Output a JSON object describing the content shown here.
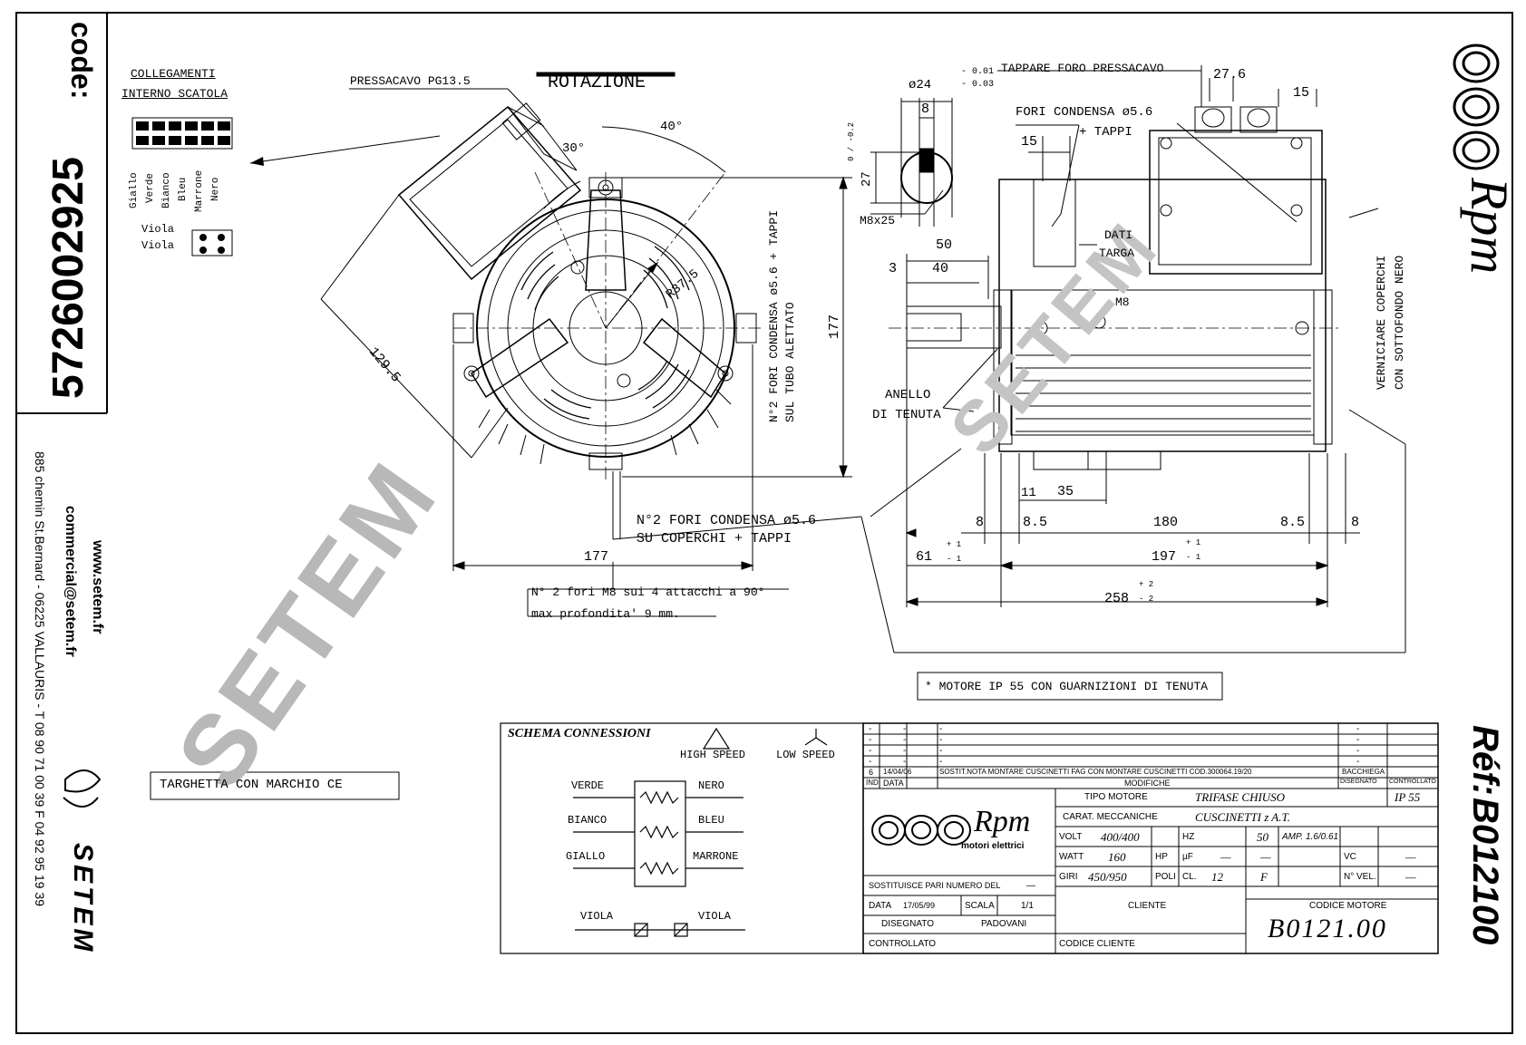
{
  "side": {
    "code_label": "code:",
    "code_value": "5726002925",
    "website": "www.setem.fr",
    "email": "commercial@setem.fr",
    "address": "885 chemin St.Bernard - 06225 VALLAURIS - T 08 90 71 00 39  F 04 92 95 19 39",
    "company": "SETEM",
    "watermark": "SETEM"
  },
  "top_view": {
    "collegamenti_1": "COLLEGAMENTI",
    "collegamenti_2": "INTERNO SCATOLA",
    "pressacavo": "PRESSACAVO PG13.5",
    "rotazione": "ROTAZIONE",
    "wires": [
      "Giallo",
      "Verde",
      "Bianco",
      "Bleu",
      "Marrone",
      "Nero"
    ],
    "viola_1": "Viola",
    "viola_2": "Viola",
    "angle_30": "30°",
    "angle_40": "40°",
    "radius": "R37.5",
    "dim_129_5": "129.5",
    "dim_177_v": "177",
    "dim_177_h": "177",
    "fori_vert_1": "N°2 FORI CONDENSA ø5.6 + TAPPI",
    "fori_vert_2": "SUL TUBO ALETTATO",
    "fori_coperchi_1": "N°2 FORI CONDENSA ø5.6",
    "fori_coperchi_2": "SU   COPERCHI   + TAPPI",
    "attacchi_1": "N° 2 fori M8 sui 4 attacchi a 90°",
    "attacchi_2": "max profondita' 9 mm."
  },
  "side_view": {
    "tappare": "TAPPARE FORO PRESSACAVO",
    "dim_27_6": "27.6",
    "dim_15_top": "15",
    "fori_condensa": "FORI CONDENSA ø5.6",
    "tappi": "+ TAPPI",
    "dim_15": "15",
    "shaft_dia": "ø24",
    "shaft_tol_hi": "- 0.01",
    "shaft_tol_lo": "- 0.03",
    "key_8": "8",
    "key_27": "27",
    "key_tol": "0 / -0.2",
    "thread": "M8x25",
    "dim_50": "50",
    "dim_40": "40",
    "dim_3": "3",
    "dati_targa_1": "DATI",
    "dati_targa_2": "TARGA",
    "m8": "M8",
    "anello_1": "ANELLO",
    "anello_2": "DI TENUTA",
    "verniciare_1": "VERNICIARE COPERCHI",
    "verniciare_2": "CON SOTTOFONDO NERO",
    "dim_11": "11",
    "dim_35": "35",
    "dim_8_l": "8",
    "dim_8_5_l": "8.5",
    "dim_180": "180",
    "dim_8_5_r": "8.5",
    "dim_8_r": "8",
    "dim_61": "61",
    "dim_197": "197",
    "dim_258": "258",
    "tol_plus": "+ 1",
    "tol_minus": "- 1",
    "tol_plus2": "+ 2",
    "tol_minus2": "- 2",
    "ip55_note": "* MOTORE IP 55 CON GUARNIZIONI DI TENUTA"
  },
  "brand": {
    "rpm": "Rpm",
    "ref_label": "Réf:",
    "ref_value": "B012100",
    "rpm_small": "Rpm",
    "motori": "motori elettrici"
  },
  "targhetta": "TARGHETTA CON MARCHIO CE",
  "schema": {
    "title": "SCHEMA CONNESSIONI",
    "high": "HIGH SPEED",
    "low": "LOW SPEED",
    "rows": [
      {
        "left": "VERDE",
        "right": "NERO"
      },
      {
        "left": "BIANCO",
        "right": "BLEU"
      },
      {
        "left": "GIALLO",
        "right": "MARRONE"
      }
    ],
    "viola_l": "VIOLA",
    "viola_r": "VIOLA"
  },
  "title_block": {
    "rev_num": "6",
    "rev_date": "14/04/06",
    "rev_text": "SOSTIT.NOTA MONTARE CUSCINETTI FAG CON MONTARE CUSCINETTI COD.300064.19/20",
    "rev_by": "BACCHIEGA",
    "h_ind": "IND",
    "h_data": "DATA",
    "h_modifiche": "MODIFICHE",
    "h_disegnato": "DISEGNATO",
    "h_controllato": "CONTROLLATO",
    "tipo_label": "TIPO MOTORE",
    "tipo_value": "TRIFASE CHIUSO",
    "ip": "IP 55",
    "carat_label": "CARAT. MECCANICHE",
    "carat_value": "CUSCINETTI z A.T.",
    "volt_label": "VOLT",
    "volt_value": "400/400",
    "hz_label": "HZ",
    "hz_value": "50",
    "amp_label": "AMP. 1.6/0.61",
    "watt_label": "WATT",
    "watt_value": "160",
    "hp_label": "HP",
    "hp_value": "—",
    "uf_label": "µF",
    "uf_value": "—",
    "vc_label": "VC",
    "vc_value": "—",
    "giri_label": "GIRI",
    "giri_value": "450/950",
    "poli_label": "POLI",
    "poli_value": "12",
    "cl_label": "CL.",
    "cl_value": "F",
    "nvel_label": "N° VEL.",
    "nvel_value": "—",
    "sostituisce": "SOSTITUISCE PARI NUMERO DEL",
    "sostituisce_val": "—",
    "data_label": "DATA",
    "data_value": "17/05/99",
    "scala_label": "SCALA",
    "scala_value": "1/1",
    "disegnato_label": "DISEGNATO",
    "disegnato_value": "PADOVANI",
    "controllato_label": "CONTROLLATO",
    "cliente": "CLIENTE",
    "codice_cliente": "CODICE CLIENTE",
    "codice_motore": "CODICE MOTORE",
    "codice_value": "B0121.00",
    "dash": "-"
  }
}
